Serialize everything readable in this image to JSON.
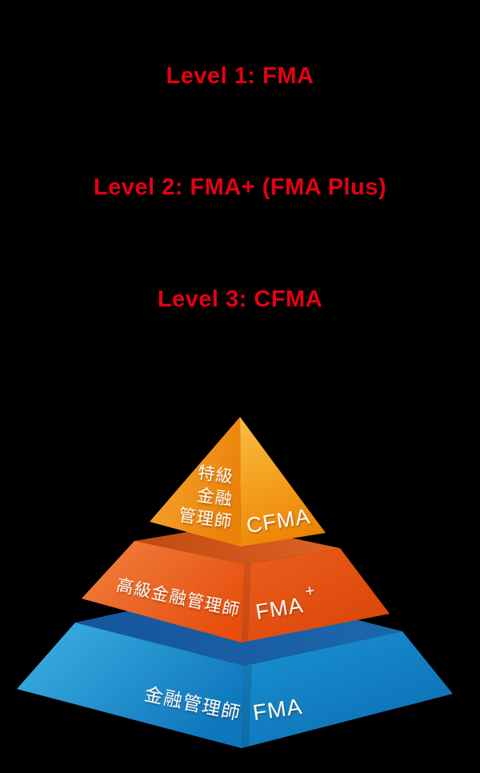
{
  "page": {
    "background_color": "#000000"
  },
  "headings": {
    "accent_color": "#E60012",
    "level1": "Level 1: FMA",
    "level2": "Level 2: FMA+ (FMA Plus)",
    "level3": "Level 3: CFMA"
  },
  "pyramid": {
    "top_tier": {
      "side_lines": [
        "特級",
        "金融",
        "管理師"
      ],
      "front_label": "CFMA",
      "color_main": "#F4A01F"
    },
    "middle_tier": {
      "side_label": "高級金融管理師",
      "front_label": "FMA",
      "front_label_sup": "+",
      "color_main": "#E85414",
      "color_top_face": "#CE5A1E"
    },
    "bottom_tier": {
      "side_label": "金融管理師",
      "front_label": "FMA",
      "color_main": "#1389CB",
      "color_top_face": "#1A5FA6"
    },
    "label_color": "#FFFFFF"
  }
}
